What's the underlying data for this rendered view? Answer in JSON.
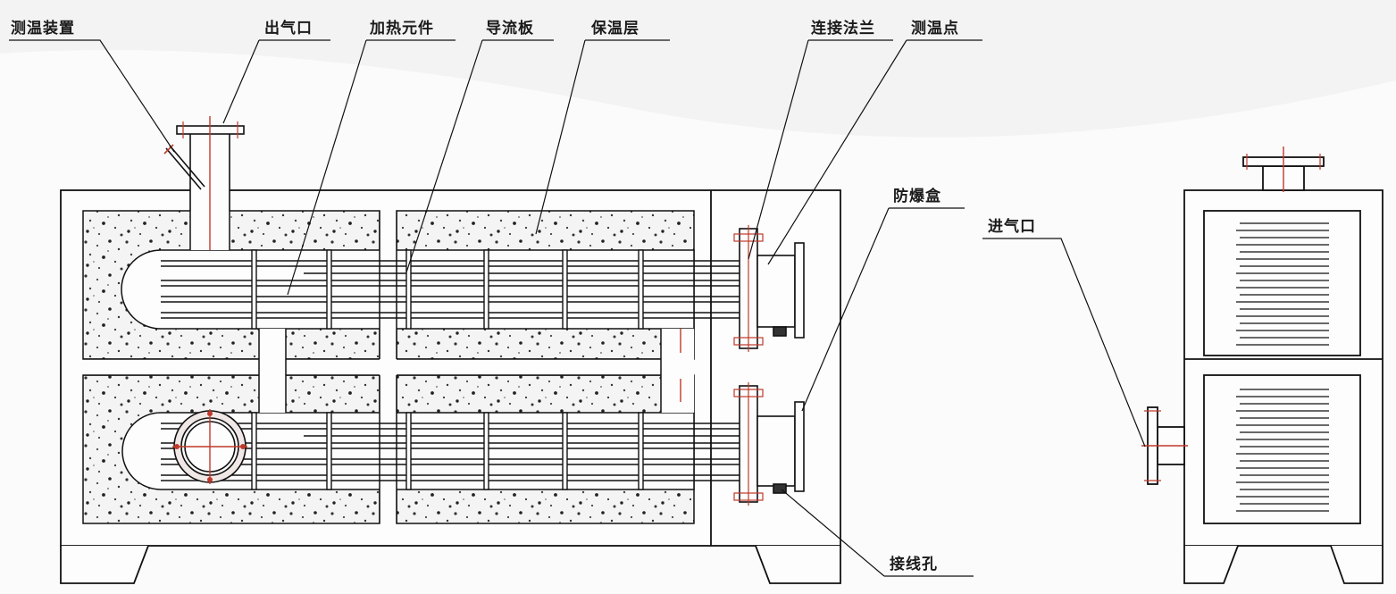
{
  "labels": {
    "temp_device": "测温装置",
    "outlet": "出气口",
    "heating_element": "加热元件",
    "baffle": "导流板",
    "insulation": "保温层",
    "flange": "连接法兰",
    "temp_point": "测温点",
    "ex_box": "防爆盒",
    "inlet": "进气口",
    "wiring_hole": "接线孔"
  }
}
